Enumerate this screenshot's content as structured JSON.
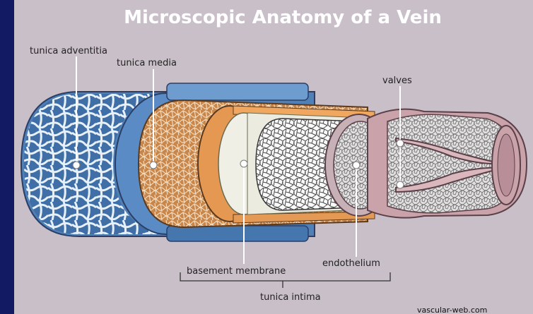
{
  "title": "Microscopic Anatomy of a Vein",
  "labels": {
    "tunica_adventitia": "tunica adventitia",
    "tunica_media": "tunica media",
    "valves": "valves",
    "basement_membrane": "basement membrane",
    "endothelium": "endothelium",
    "tunica_intima": "tunica intima"
  },
  "credit": "vascular-web.com",
  "colors": {
    "slide_background": "#111a63",
    "panel_background": "#c9bfc8",
    "adventitia_blue": "#4f80b8",
    "media_orange": "#c88a50",
    "membrane_white": "#f0efe6",
    "endothelium_gray": "#d8d4d4",
    "valve_mauve": "#caa2aa"
  }
}
